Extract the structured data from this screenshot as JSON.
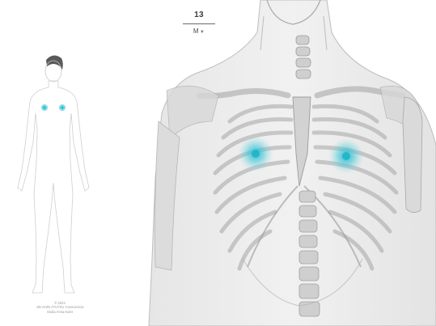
{
  "point": {
    "number": "13",
    "label": "M",
    "indicator_icon": "triangle-down-icon"
  },
  "credits": {
    "line1": "© 2022",
    "line2": "JIN SHIN JYUTSU Consciencia",
    "line3": "Giulia Anna Kuler"
  },
  "colors": {
    "highlight": "#1fbcd0",
    "bone": "#d9d9d9",
    "outline": "#bdbdbd",
    "hair": "#555555"
  }
}
